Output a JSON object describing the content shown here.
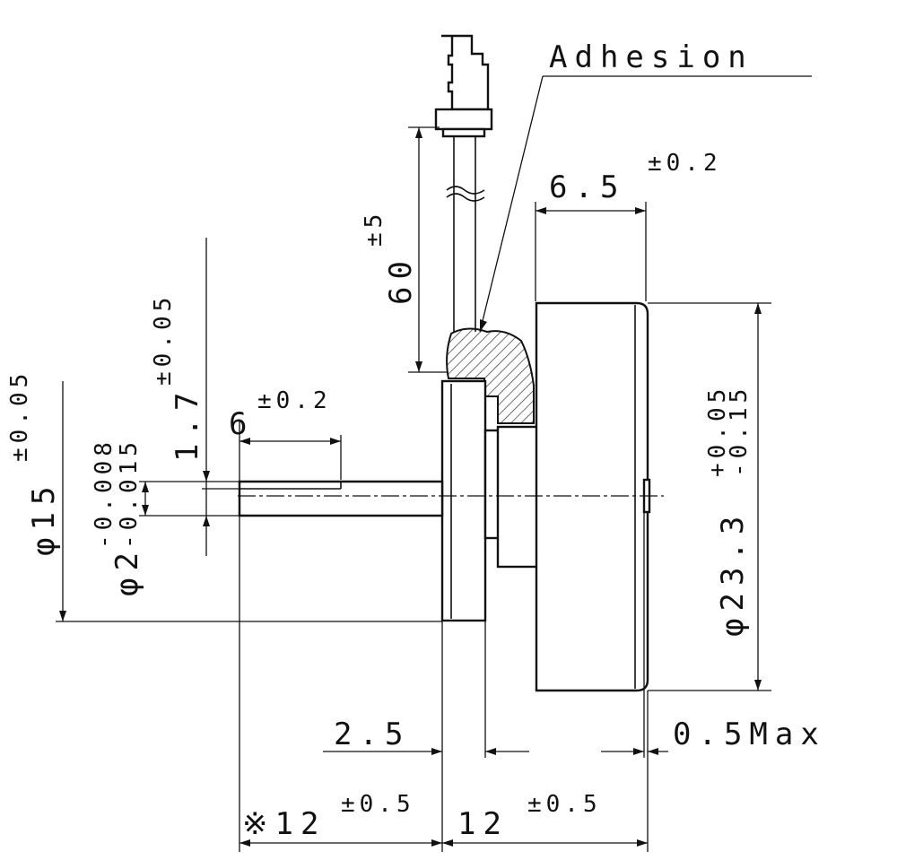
{
  "callout": {
    "label": "Adhesion"
  },
  "dims": {
    "body_width": {
      "value": "6.5",
      "tol": "±0.2"
    },
    "cable_length": {
      "value": "60",
      "tol": "±5"
    },
    "body_dia": {
      "value": "φ23.3",
      "tol_upper": "+0.05",
      "tol_lower": "-0.15"
    },
    "flange_dia": {
      "value": "φ15",
      "tol": "±0.05"
    },
    "shaft_dia": {
      "value": "φ2",
      "tol_upper": "-0.008",
      "tol_lower": "-0.015"
    },
    "flat_depth": {
      "value": "1.7",
      "tol": "±0.05"
    },
    "flat_length": {
      "value": "6",
      "tol": "±0.2"
    },
    "flange_thk": {
      "value": "2.5"
    },
    "protrusion": {
      "value": "0.5Max"
    },
    "shaft_length": {
      "value": "※12",
      "tol": "±0.5"
    },
    "motor_length": {
      "value": "12",
      "tol": "±0.5"
    }
  }
}
